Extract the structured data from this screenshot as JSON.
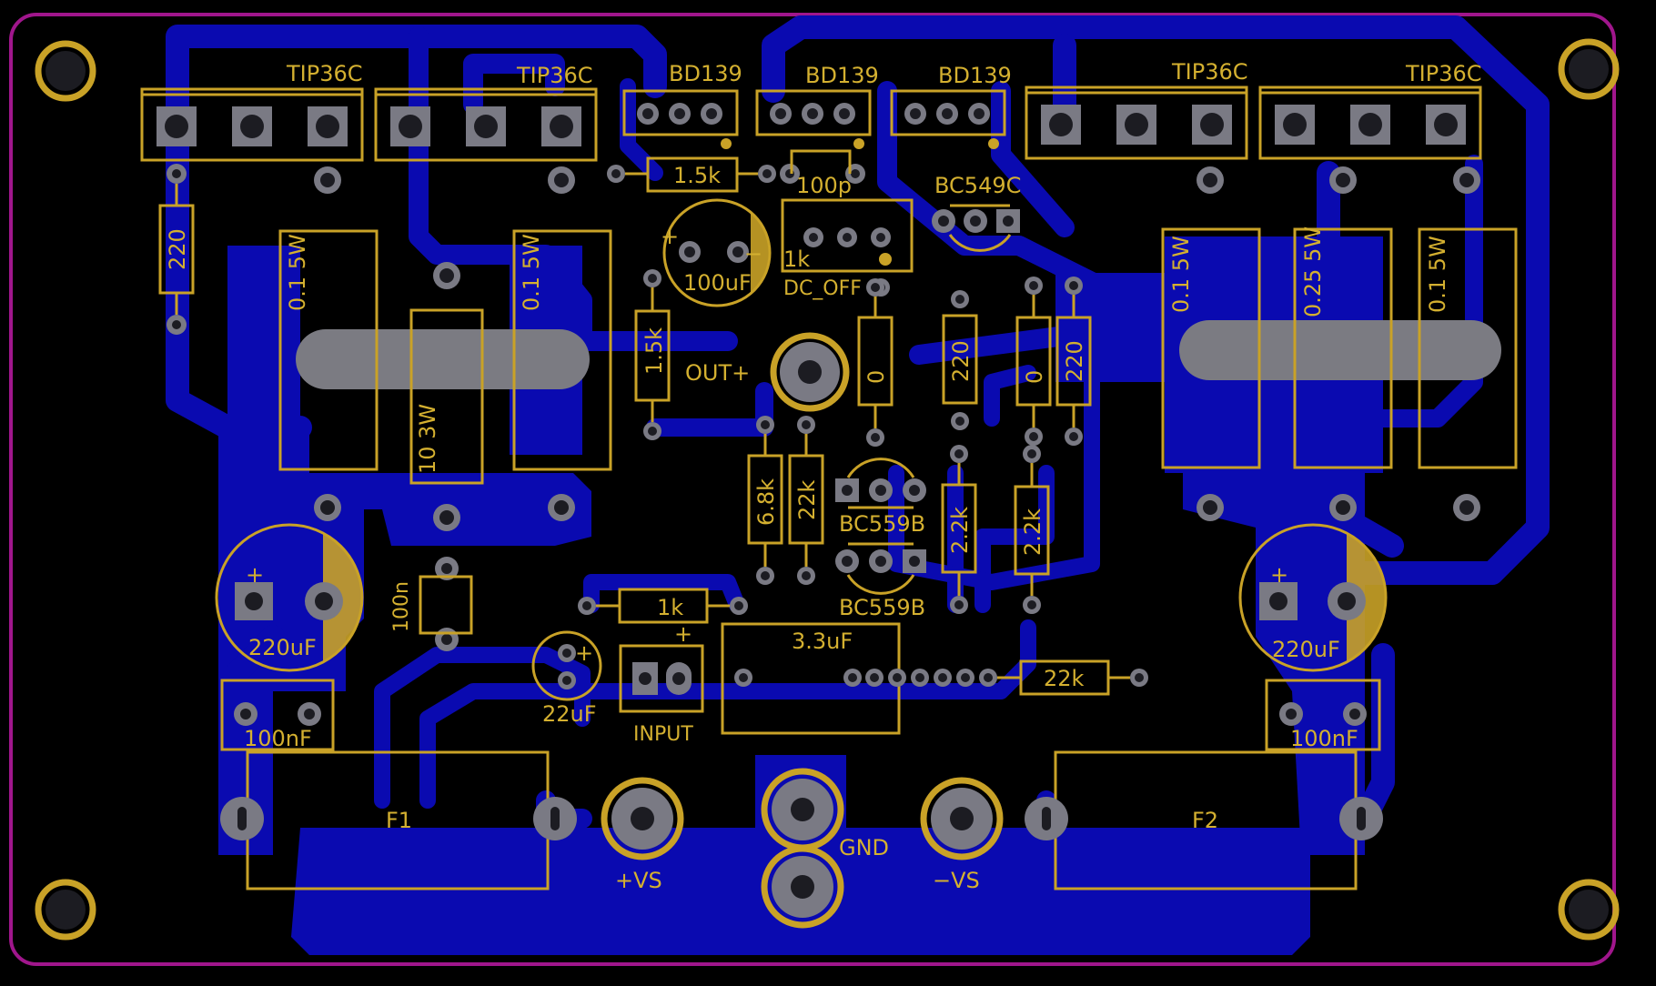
{
  "board": {
    "background": "#000000",
    "outline_color": "#a0168c",
    "copper_color": "#0a0ab0",
    "silk_color": "#c9a227",
    "pad_color": "#7a7a84"
  },
  "labels": {
    "q1": "TIP36C",
    "q2": "TIP36C",
    "q3": "TIP36C",
    "q4": "TIP36C",
    "bd1": "BD139",
    "bd2": "BD139",
    "bd3": "BD139",
    "bc549": "BC549C",
    "bc559a": "BC559B",
    "bc559b": "BC559B",
    "r220_left": "220",
    "r1k5_top": "1.5k",
    "r1k5_vert": "1.5k",
    "c100p": "100p",
    "trim1k": "1k",
    "dc_off": "DC_OFF",
    "c100uf": "100uF",
    "out_plus": "OUT+",
    "r0a": "0",
    "r220a": "220",
    "r0b": "0",
    "r220b": "220",
    "r01_5w_a": "0.1 5W",
    "r01_5w_b": "0.1 5W",
    "r01_5w_c": "0.1 5W",
    "r025_5w": "0.25 5W",
    "r01_5w_d": "0.1 5W",
    "r10_3w": "10 3W",
    "r6k8": "6.8k",
    "r22k_a": "22k",
    "r2k2_a": "2.2k",
    "r2k2_b": "2.2k",
    "c100n": "100n",
    "c220uf_left": "220uF",
    "c220uf_right": "220uF",
    "c100nf_left": "100nF",
    "c100nf_right": "100nF",
    "r1k": "1k",
    "c22uf": "22uF",
    "input": "INPUT",
    "c3u3": "3.3uF",
    "r22k_b": "22k",
    "f1": "F1",
    "f2": "F2",
    "vs_plus": "+VS",
    "gnd": "GND",
    "vs_minus": "−VS",
    "plus_sign_a": "+",
    "plus_sign_b": "+",
    "plus_sign_c": "+",
    "plus_sign_d": "+",
    "plus_sign_e": "+",
    "minus_sign": "−"
  }
}
